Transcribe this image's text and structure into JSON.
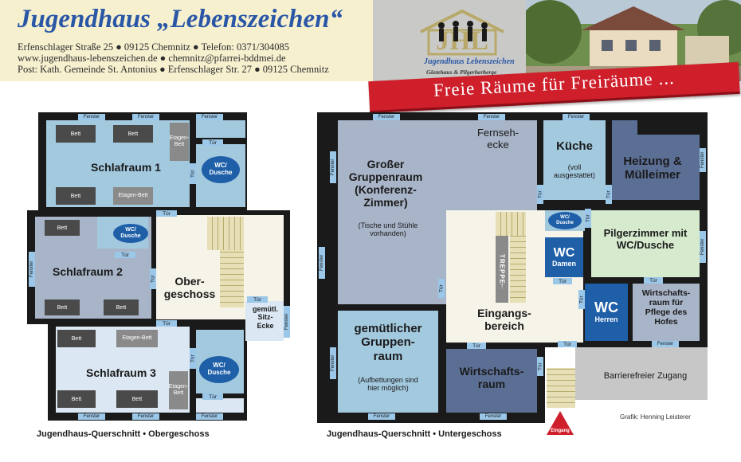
{
  "header": {
    "title": "Jugendhaus „Lebenszeichen“",
    "address_line1": "Erfenschlager Straße 25 ● 09125 Chemnitz ● Telefon: 0371/304085",
    "address_line2": "www.jugendhaus-lebenszeichen.de ● chemnitz@pfarrei-bddmei.de",
    "address_line3": "Post: Kath. Gemeinde St. Antonius ● Erfenschlager Str. 27 ● 09125 Chemnitz",
    "logo_name": "Jugendhaus Lebenszeichen",
    "logo_subtitle": "Gästehaus & Pilgerherberge",
    "slogan": "Freie Räume für Freiräume ..."
  },
  "upper": {
    "caption": "Jugendhaus-Querschnitt • Obergeschoss",
    "room1": "Schlafraum 1",
    "room2": "Schlafraum 2",
    "room3": "Schlafraum 3",
    "floor": "Ober-\ngeschoss",
    "corner": "gemütl.\nSitz-\nEcke",
    "wc": "WC/\nDusche",
    "bed": "Bett",
    "bunk": "Etagen-Bett",
    "bunk_split": "Etagen-\nBett",
    "door": "Tür",
    "window": "Fenster"
  },
  "lower": {
    "caption": "Jugendhaus-Querschnitt • Untergeschoss",
    "big_room": "Großer\nGruppenraum\n(Konferenz-\nZimmer)",
    "big_room_note": "(Tische und Stühle\nvorhanden)",
    "tv": "Fernseh-\necke",
    "kitchen": "Küche",
    "kitchen_note": "(voll\nausgestattet)",
    "heating": "Heizung &\nMülleimer",
    "pilgrim": "Pilgerzimmer mit\nWC/Dusche",
    "wc_small": "WC/\nDusche",
    "wc": "WC",
    "women": "Damen",
    "men": "Herren",
    "stairs": "TREPPE",
    "stairs_arrow": "↑",
    "entrance": "Eingangs-\nbereich",
    "cozy": "gemütlicher\nGruppen-\nraum",
    "cozy_note": "(Aufbettungen sind\nhier möglich)",
    "utility": "Wirtschafts-\nraum",
    "yard": "Wirtschafts-\nraum für\nPflege des\nHofes",
    "barrier": "Barrierefreier Zugang",
    "credit": "Grafik: Henning Leisterer",
    "door": "Tür",
    "window": "Fenster",
    "eingang": "Eingang"
  },
  "colors": {
    "blue_room": "#a3c9df",
    "light_room": "#dbe7f2",
    "beige": "#f6f3e8",
    "grey_room": "#a8b4c8",
    "dark_blue": "#5b6f95",
    "green": "#d6ebce",
    "wc_blue": "#1e5fa8",
    "red": "#ce1f2b"
  }
}
